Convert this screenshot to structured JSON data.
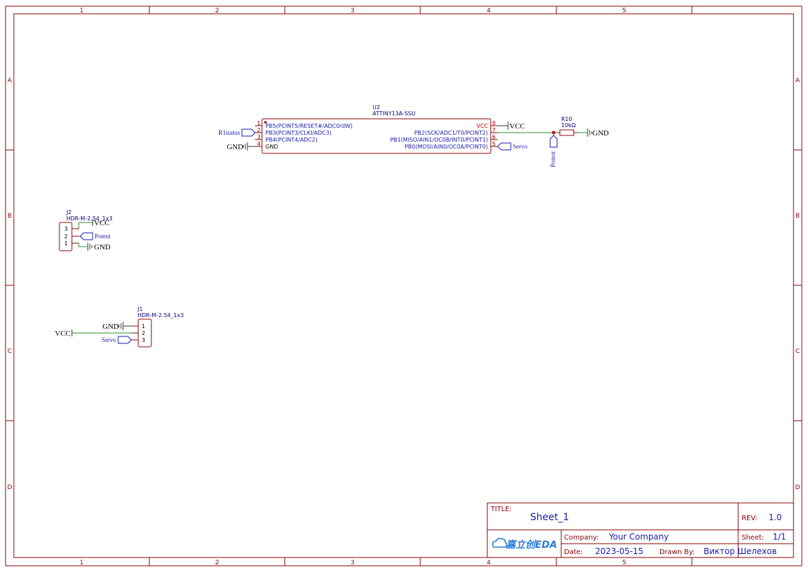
{
  "frame": {
    "columns": [
      "1",
      "2",
      "3",
      "4",
      "5"
    ],
    "rows": [
      "A",
      "B",
      "C",
      "D"
    ]
  },
  "u2": {
    "designator": "U2",
    "part": "ATTINY13A-SSU",
    "left_pins": [
      {
        "num": "1",
        "name": "PB5(PCINT5/RESET#/ADC0/dW)"
      },
      {
        "num": "2",
        "name": "PB3(PCINT3/CLKI/ADC3)"
      },
      {
        "num": "3",
        "name": "PB4(PCINT4/ADC2)"
      },
      {
        "num": "4",
        "name": "GND"
      }
    ],
    "right_pins": [
      {
        "num": "8",
        "name": "VCC"
      },
      {
        "num": "7",
        "name": "PB2(SCK/ADC1/T0/PCINT2)"
      },
      {
        "num": "6",
        "name": "PB1(MISO/AIN1/OC0B/INT0/PCINT1)"
      },
      {
        "num": "5",
        "name": "PB0(MOSI/AIN0/OC0A/PCINT0)"
      }
    ]
  },
  "r10": {
    "designator": "R10",
    "value": "10kΩ"
  },
  "j2": {
    "designator": "J2",
    "part": "HDR-M-2.54_1x3",
    "pins": [
      "3",
      "2",
      "1"
    ]
  },
  "j1": {
    "designator": "J1",
    "part": "HDR-M-2.54_1x3",
    "pins": [
      "1",
      "2",
      "3"
    ]
  },
  "nets": {
    "vcc": "VCC",
    "gnd": "GND",
    "r1status": "R1status",
    "servo": "Servo",
    "potent": "Potent"
  },
  "title_block": {
    "title_key": "TITLE:",
    "title": "Sheet_1",
    "rev_key": "REV:",
    "rev": "1.0",
    "company_key": "Company:",
    "company": "Your Company",
    "sheet_key": "Sheet:",
    "sheet": "1/1",
    "date_key": "Date:",
    "date": "2023-05-15",
    "drawn_key": "Drawn By:",
    "drawn": "Виктор Шелехов",
    "logo": "嘉立创EDA"
  },
  "colors": {
    "frame": "#8b0000",
    "wire": "#2e8b2e",
    "net_port": "#1a1aaa"
  }
}
